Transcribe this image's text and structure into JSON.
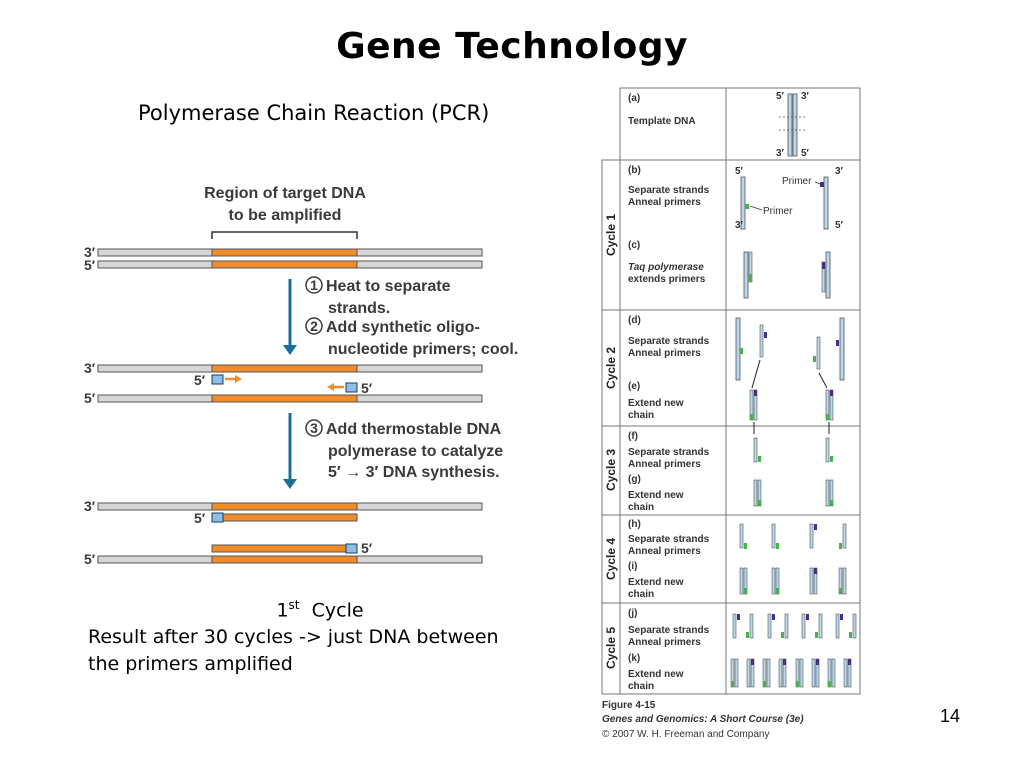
{
  "slide": {
    "title": "Gene Technology",
    "subtitle": "Polymerase Chain Reaction (PCR)",
    "cycle_number": "1",
    "cycle_suffix": "st",
    "cycle_word": "Cycle",
    "result_line1": "Result after 30 cycles -> just DNA between",
    "result_line2": "the primers amplified",
    "page_number": "14"
  },
  "left_figure": {
    "heading_line1": "Region of target DNA",
    "heading_line2": "to be amplified",
    "strand_3": "3′",
    "strand_5": "5′",
    "step1_line1": "Heat to separate",
    "step1_line2": "strands.",
    "step2_line1": "Add synthetic oligo-",
    "step2_line2": "nucleotide primers; cool.",
    "step3_line1": "Add thermostable DNA",
    "step3_line2": "polymerase to catalyze",
    "step3_line3": "5′ → 3′ DNA synthesis.",
    "step_nums": [
      "1",
      "2",
      "3"
    ],
    "colors": {
      "target": "#f28c2b",
      "strand": "#d6d6d6",
      "primer": "#8ec0e6",
      "arrow": "#1a6f9a"
    }
  },
  "right_figure": {
    "panels": [
      {
        "letter": "(a)",
        "line1": "Template DNA",
        "line2": ""
      },
      {
        "letter": "(b)",
        "line1": "Separate strands",
        "line2": "Anneal primers"
      },
      {
        "letter": "(c)",
        "line1": "Taq polymerase",
        "line2": "extends primers"
      },
      {
        "letter": "(d)",
        "line1": "Separate strands",
        "line2": "Anneal primers"
      },
      {
        "letter": "(e)",
        "line1": "Extend new",
        "line2": "chain"
      },
      {
        "letter": "(f)",
        "line1": "Separate strands",
        "line2": "Anneal primers"
      },
      {
        "letter": "(g)",
        "line1": "Extend new",
        "line2": "chain"
      },
      {
        "letter": "(h)",
        "line1": "Separate strands",
        "line2": "Anneal primers"
      },
      {
        "letter": "(i)",
        "line1": "Extend new",
        "line2": "chain"
      },
      {
        "letter": "(j)",
        "line1": "Separate strands",
        "line2": "Anneal primers"
      },
      {
        "letter": "(k)",
        "line1": "Extend new",
        "line2": "chain"
      }
    ],
    "cycles": [
      "Cycle 1",
      "Cycle 2",
      "Cycle 3",
      "Cycle 4",
      "Cycle 5"
    ],
    "primer_label": "Primer",
    "end_5": "5′",
    "end_3": "3′",
    "caption_figure": "Figure 4-15",
    "caption_book": "Genes and Genomics: A Short Course (3e)",
    "caption_copyright": "© 2007 W. H. Freeman and Company"
  }
}
